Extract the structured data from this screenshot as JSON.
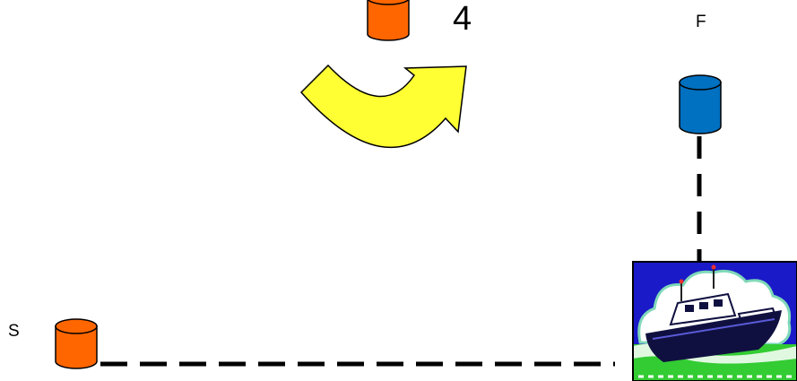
{
  "labels": {
    "start": "S",
    "finish": "F",
    "number": "4"
  },
  "icons": {
    "start_buoy": "orange-cylinder-buoy-icon",
    "turn_buoy": "orange-cylinder-buoy-icon",
    "finish_buoy": "blue-cylinder-buoy-icon",
    "turn_arrow": "curved-arrow-icon",
    "committee_boat": "motor-boat-clipart-icon"
  },
  "colors": {
    "orange_buoy": "#FF6600",
    "blue_buoy": "#0070C0",
    "arrow_fill": "#FFFF33",
    "course_line": "#000000",
    "boat_sky": "#1A1AC8",
    "boat_sea": "#33CC33",
    "boat_hull": "#101040"
  }
}
